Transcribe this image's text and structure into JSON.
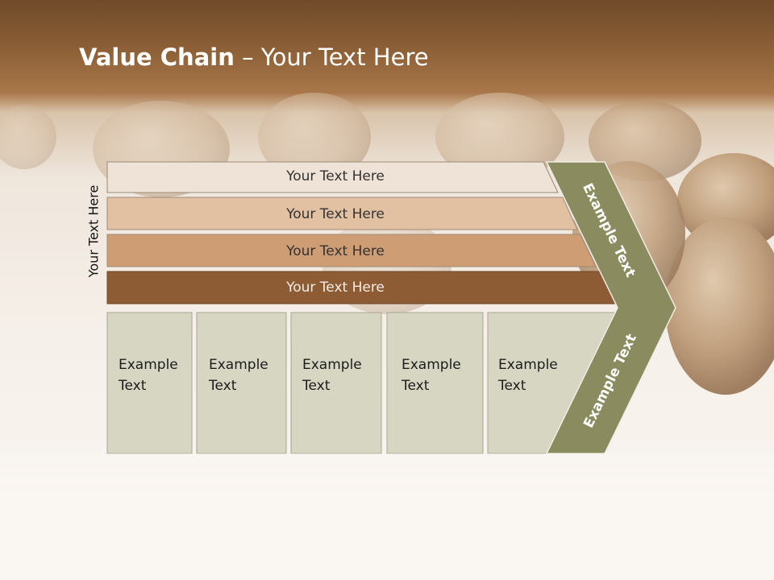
{
  "title": {
    "bold": "Value Chain",
    "rest": " – Your Text Here"
  },
  "side_label": "Your Text Here",
  "bars": [
    {
      "label": "Your Text Here"
    },
    {
      "label": "Your Text Here"
    },
    {
      "label": "Your Text Here"
    },
    {
      "label": "Your Text Here"
    }
  ],
  "columns": [
    {
      "line1": "Example",
      "line2": "Text"
    },
    {
      "line1": "Example",
      "line2": "Text"
    },
    {
      "line1": "Example",
      "line2": "Text"
    },
    {
      "line1": "Example",
      "line2": "Text"
    },
    {
      "line1": "Example",
      "line2": "Text"
    }
  ],
  "arrow": {
    "upper": "Example Text",
    "lower": "Example Text"
  },
  "colors": {
    "bar1": "#efe2d6",
    "bar2": "#e2c1a3",
    "bar3": "#cf9d73",
    "bar4": "#8d5c35",
    "column": "#d7d6c3",
    "arrow": "#8a8b5e"
  }
}
